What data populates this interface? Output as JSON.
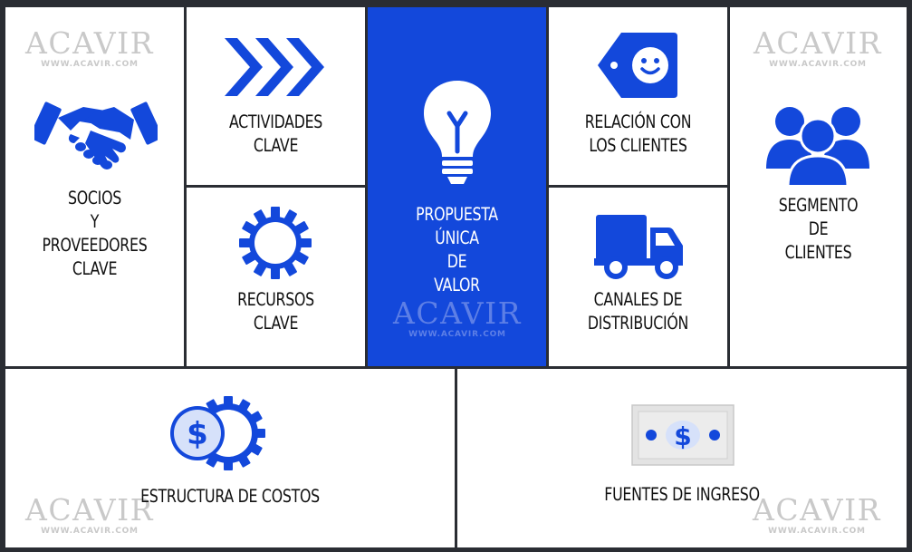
{
  "colors": {
    "accent": "#1348db",
    "border": "#2a2d33",
    "cell": "#ffffff",
    "watermark": "#c9c9c9"
  },
  "watermark": {
    "brand": "ACAVIR",
    "url": "WWW.ACAVIR.COM"
  },
  "blocks": {
    "socios": {
      "lines": [
        "SOCIOS",
        "Y",
        "PROVEEDORES",
        "CLAVE"
      ],
      "icon": "handshake-icon"
    },
    "actividades": {
      "lines": [
        "ACTIVIDADES",
        "CLAVE"
      ],
      "icon": "triple-chevron-icon"
    },
    "recursos": {
      "lines": [
        "RECURSOS",
        "CLAVE"
      ],
      "icon": "gear-icon"
    },
    "propuesta": {
      "lines": [
        "PROPUESTA",
        "ÚNICA",
        "DE",
        "VALOR"
      ],
      "icon": "lightbulb-icon"
    },
    "relacion": {
      "lines": [
        "RELACIÓN CON",
        "LOS CLIENTES"
      ],
      "icon": "smiley-tag-icon"
    },
    "canales": {
      "lines": [
        "CANALES DE",
        "DISTRIBUCIÓN"
      ],
      "icon": "delivery-truck-icon"
    },
    "segmento": {
      "lines": [
        "SEGMENTO",
        "DE",
        "CLIENTES"
      ],
      "icon": "people-group-icon"
    },
    "costos": {
      "lines": [
        "ESTRUCTURA DE COSTOS"
      ],
      "icon": "dollar-coin-gear-icon"
    },
    "ingresos": {
      "lines": [
        "FUENTES DE INGRESO"
      ],
      "icon": "banknote-icon"
    }
  }
}
